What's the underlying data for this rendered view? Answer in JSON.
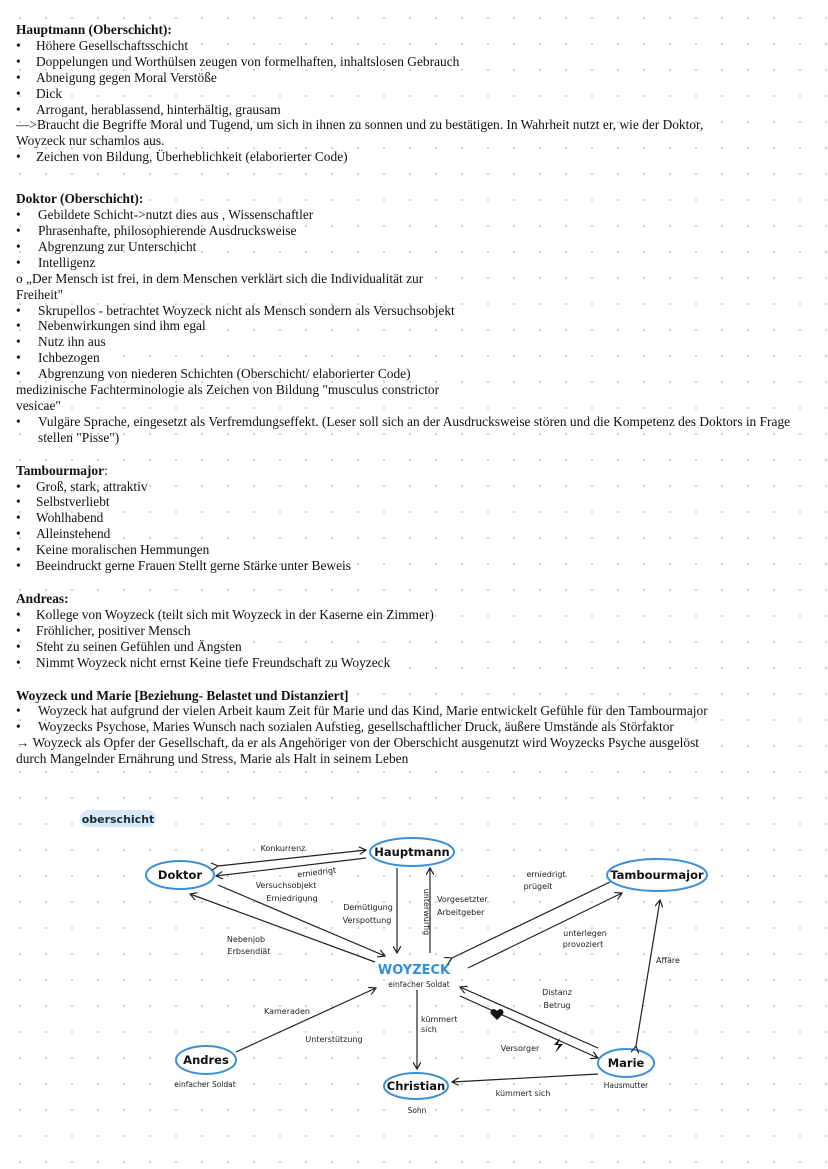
{
  "hauptmann": {
    "heading": "Hauptmann (Oberschicht):",
    "bullets_a": [
      "Höhere Gesellschaftsschicht",
      "Doppelungen und Worthülsen zeugen von formelhaften, inhaltslosen Gebrauch",
      "Abneigung gegen Moral Verstöße",
      "Dick",
      "Arrogant, herablassend, hinterhältig, grausam"
    ],
    "paragraph_1": "—>Braucht die Begriffe Moral und Tugend, um sich in ihnen zu sonnen und zu bestätigen. In Wahrheit nutzt er, wie der Doktor,",
    "paragraph_2": "Woyzeck nur schamlos aus.",
    "bullets_b": [
      "Zeichen von Bildung, Überheblichkeit (elaborierter Code)"
    ]
  },
  "doktor": {
    "heading": "Doktor (Oberschicht):",
    "bullets_a": [
      "Gebildete Schicht->nutzt dies aus , Wissenschaftler",
      "Phrasenhafte, philosophierende Ausdrucksweise",
      "Abgrenzung zur Unterschicht",
      "Intelligenz"
    ],
    "quote_1": "o „Der Mensch ist frei, in dem Menschen verklärt sich die Individualität zur",
    "quote_2": "Freiheit\"",
    "bullets_b": [
      "Skrupellos - betrachtet Woyzeck nicht als Mensch sondern als Versuchsobjekt",
      "Nebenwirkungen sind ihm egal",
      "Nutz ihn aus",
      "Ichbezogen",
      "Abgrenzung von niederen Schichten (Oberschicht/ elaborierter Code)"
    ],
    "note_1": "medizinische Fachterminologie als Zeichen von Bildung \"musculus constrictor",
    "note_2": "vesicae\"",
    "bullets_c": [
      "Vulgäre Sprache, eingesetzt als Verfremdungseffekt. (Leser soll sich an der Ausdrucksweise stören und die Kompetenz des Doktors in Frage stellen \"Pisse\")"
    ]
  },
  "tambourmajor": {
    "heading": "Tambourmajor",
    "colon": ":",
    "bullets": [
      "Groß, stark, attraktiv",
      "Selbstverliebt",
      "Wohlhabend",
      "Alleinstehend",
      "Keine moralischen Hemmungen",
      "Beeindruckt gerne Frauen Stellt gerne Stärke unter Beweis"
    ]
  },
  "andreas": {
    "heading": "Andreas:",
    "bullets": [
      "Kollege von Woyzeck (teilt sich mit Woyzeck in der Kaserne ein Zimmer)",
      "Fröhlicher, positiver Mensch",
      "Steht zu seinen Gefühlen und Ängsten",
      "Nimmt Woyzeck nicht ernst Keine tiefe Freundschaft zu Woyzeck"
    ]
  },
  "woyzeck_marie": {
    "heading": "Woyzeck und Marie [Beziehung- Belastet und Distanziert]",
    "bullets": [
      "Woyzeck hat aufgrund der vielen Arbeit kaum Zeit für Marie und das Kind, Marie entwickelt Gefühle für den Tambourmajor",
      "Woyzecks Psychose, Maries Wunsch nach sozialen Aufstieg, gesellschaftlicher Druck, äußere Umstände als Störfaktor"
    ],
    "paragraph_1": "→ Woyzeck als Opfer der Gesellschaft, da er als Angehöriger von der Oberschicht ausgenutzt wird Woyzecks Psyche ausgelöst",
    "paragraph_2": "durch Mangelnder Ernährung und Stress, Marie als Halt in seinem Leben"
  },
  "diagram": {
    "tag": "oberschicht",
    "nodes": {
      "doktor": "Doktor",
      "hauptmann": "Hauptmann",
      "tambourmajor": "Tambourmajor",
      "woyzeck": "WOYZECK",
      "woyzeck_sub": "einfacher Soldat",
      "andres": "Andres",
      "andres_sub": "einfacher Soldat",
      "christian": "Christian",
      "christian_sub": "Sohn",
      "marie": "Marie",
      "marie_sub": "Hausmutter"
    },
    "labels": {
      "konkurrenz": "Konkurrenz",
      "erniedrigt_1": "erniedrigt",
      "versuchsobjekt": "Versuchsobjekt",
      "erniedrigung": "Erniedrigung",
      "demuetigung": "Demütigung",
      "verspottung": "Verspottung",
      "unterwuerfig": "unterwürfig",
      "vorgesetzter": "Vorgesetzter",
      "arbeitgeber": "Arbeitgeber",
      "erniedrigt_2": "erniedrigt",
      "pruegelt": "prügelt",
      "unterlegen": "unterlegen",
      "provoziert": "provoziert",
      "affaere": "Affäre",
      "nebenjob": "Nebenjob",
      "erbsendiaet": "Erbsendiät",
      "distanz": "Distanz",
      "betrug": "Betrug",
      "kameraden": "Kameraden",
      "unterstuetzung": "Unterstützung",
      "kuemmert_1": "kümmert",
      "kuemmert_2": "sich",
      "versorger": "Versorger",
      "kuemmert_sich": "kümmert sich"
    },
    "colors": {
      "node_outline": "#3d8fd6",
      "woyzeck_text": "#2f8fd8",
      "tag_fill": "#d7e9f8",
      "ink": "#222222"
    }
  }
}
